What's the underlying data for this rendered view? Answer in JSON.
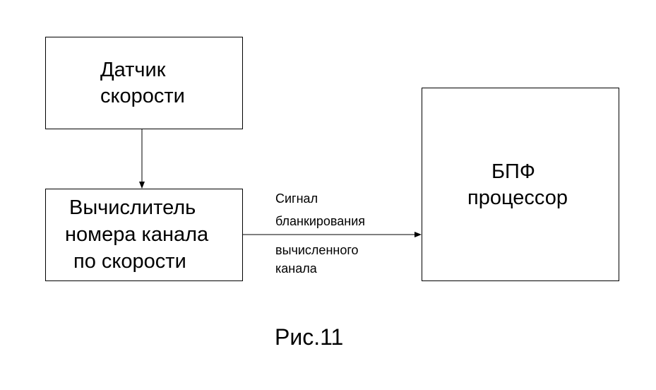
{
  "diagram": {
    "sensor_box": {
      "line1": "Датчик",
      "line2": "скорости"
    },
    "calculator_box": {
      "line1": "Вычислитель",
      "line2": "номера канала",
      "line3": "по скорости"
    },
    "fft_box": {
      "line1": "БПФ",
      "line2": "процессор"
    },
    "signal_label": {
      "line1": "Сигнал",
      "line2": "бланкирования",
      "line3": "вычисленного",
      "line4": "канала"
    },
    "caption": "Рис.11",
    "colors": {
      "line": "#000000",
      "background": "#ffffff"
    }
  }
}
